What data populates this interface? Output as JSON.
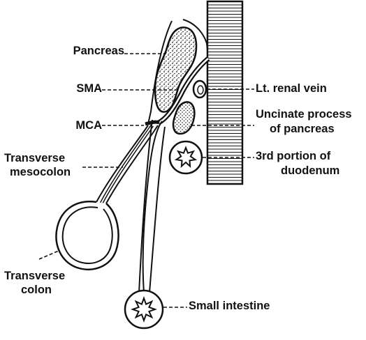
{
  "figure": {
    "colors": {
      "ink": "#111111",
      "background": "#ffffff"
    },
    "labels": {
      "pancreas": "Pancreas",
      "sma": "SMA",
      "mca": "MCA",
      "transverse_mesocolon_line1": "Transverse",
      "transverse_mesocolon_line2": "mesocolon",
      "transverse_colon_line1": "Transverse",
      "transverse_colon_line2": "colon",
      "lt_renal_vein": "Lt. renal vein",
      "uncinate_line1": "Uncinate process",
      "uncinate_line2": "of pancreas",
      "duodenum_line1": "3rd portion of",
      "duodenum_line2": "duodenum",
      "small_intestine": "Small intestine"
    }
  }
}
